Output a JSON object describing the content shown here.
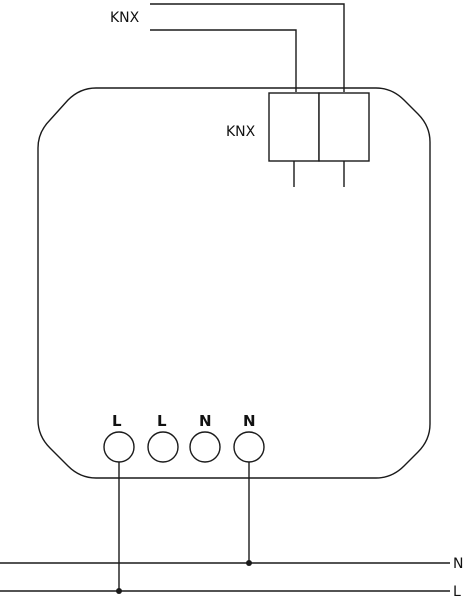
{
  "diagram": {
    "knx_bus_label": "KNX",
    "knx_connector_label": "KNX",
    "terminals": [
      {
        "label": "L"
      },
      {
        "label": "L"
      },
      {
        "label": "N"
      },
      {
        "label": "N"
      }
    ],
    "lines": {
      "neutral_label": "N",
      "live_label": "L"
    }
  }
}
